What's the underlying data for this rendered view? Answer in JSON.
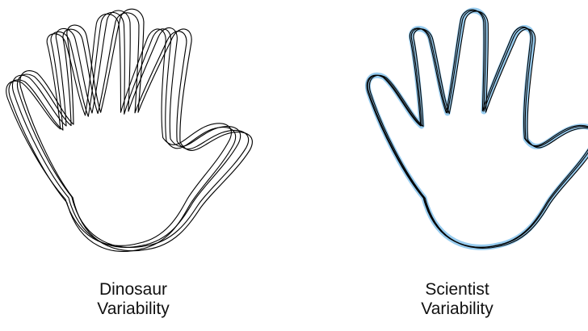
{
  "panels": [
    {
      "caption_line1": "Dinosaur",
      "caption_line2": "Variability",
      "outline_count": 5,
      "outline_color": "#000000"
    },
    {
      "caption_line1": "Scientist",
      "caption_line2": "Variability",
      "outline_count": 3,
      "outline_color": "#000000",
      "highlight_color": "#86c3ec"
    }
  ]
}
